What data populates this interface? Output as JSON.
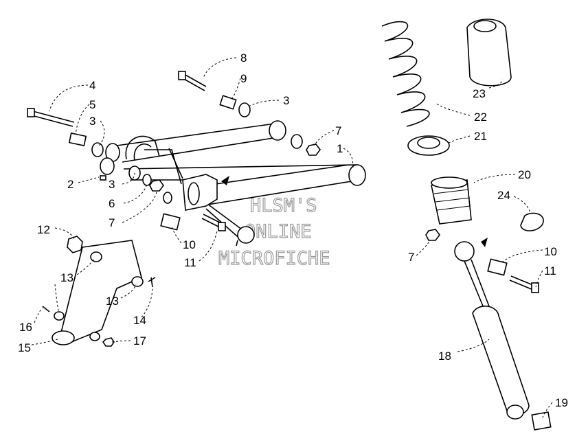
{
  "callouts": [
    {
      "id": "c1",
      "text": "1"
    },
    {
      "id": "c2",
      "text": "2"
    },
    {
      "id": "c3a",
      "text": "3"
    },
    {
      "id": "c3b",
      "text": "3"
    },
    {
      "id": "c3c",
      "text": "3"
    },
    {
      "id": "c4",
      "text": "4"
    },
    {
      "id": "c5",
      "text": "5"
    },
    {
      "id": "c6",
      "text": "6"
    },
    {
      "id": "c7a",
      "text": "7"
    },
    {
      "id": "c7b",
      "text": "7"
    },
    {
      "id": "c7c",
      "text": "7"
    },
    {
      "id": "c8",
      "text": "8"
    },
    {
      "id": "c9",
      "text": "9"
    },
    {
      "id": "c10a",
      "text": "10"
    },
    {
      "id": "c10b",
      "text": "10"
    },
    {
      "id": "c11a",
      "text": "11"
    },
    {
      "id": "c11b",
      "text": "11"
    },
    {
      "id": "c12",
      "text": "12"
    },
    {
      "id": "c13a",
      "text": "13"
    },
    {
      "id": "c13b",
      "text": "13"
    },
    {
      "id": "c14",
      "text": "14"
    },
    {
      "id": "c15",
      "text": "15"
    },
    {
      "id": "c16",
      "text": "16"
    },
    {
      "id": "c17",
      "text": "17"
    },
    {
      "id": "c18",
      "text": "18"
    },
    {
      "id": "c19",
      "text": "19"
    },
    {
      "id": "c20",
      "text": "20"
    },
    {
      "id": "c21",
      "text": "21"
    },
    {
      "id": "c22",
      "text": "22"
    },
    {
      "id": "c23",
      "text": "23"
    },
    {
      "id": "c24",
      "text": "24"
    }
  ],
  "watermark": [
    "HLSM'S",
    "ONLINE",
    "MICROFICHE"
  ]
}
